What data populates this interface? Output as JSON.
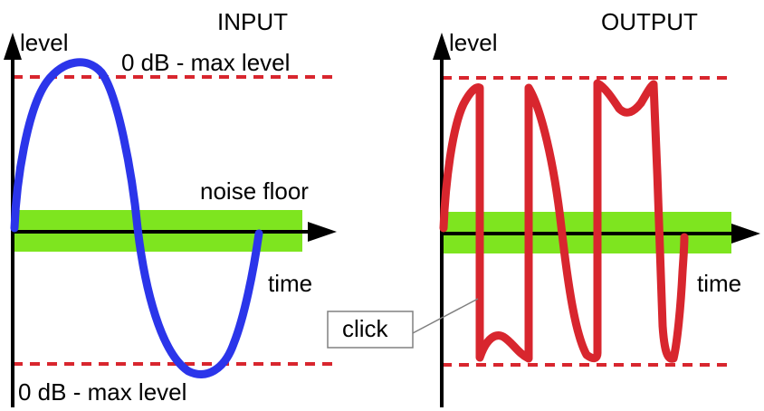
{
  "input_panel": {
    "title": "INPUT",
    "y_axis_label": "level",
    "x_axis_label": "time",
    "top_limit_label": "0 dB - max level",
    "bottom_limit_label": "0 dB - max level",
    "noise_floor_label": "noise floor"
  },
  "output_panel": {
    "title": "OUTPUT",
    "y_axis_label": "level",
    "x_axis_label": "time",
    "callout_label": "click"
  },
  "colors": {
    "input_wave": "#2b35ea",
    "output_wave": "#d8262e",
    "noise_band": "#7ee51f",
    "limit_line": "#d8262e",
    "axis": "#000000"
  }
}
